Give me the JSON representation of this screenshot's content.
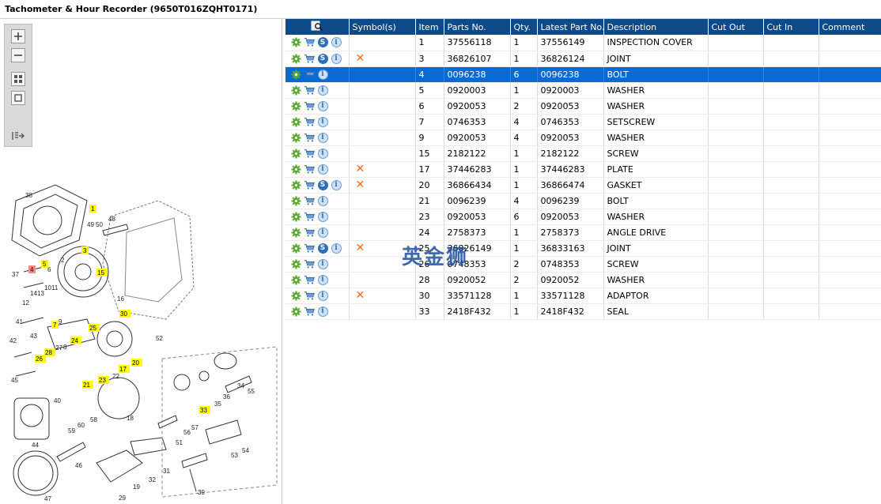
{
  "window": {
    "title": "Tachometer & Hour Recorder (9650T016ZQHT0171)"
  },
  "toolbar": {
    "tools": [
      "zoom-in-icon",
      "zoom-out-icon",
      "fit-all-icon",
      "actual-size-icon",
      "export-icon"
    ]
  },
  "diagram": {
    "callouts": [
      "1",
      "3",
      "4",
      "5",
      "7",
      "15",
      "17",
      "20",
      "21",
      "23",
      "24",
      "25",
      "26",
      "28",
      "30",
      "33"
    ],
    "labels": [
      "38",
      "49",
      "50",
      "48",
      "2",
      "37",
      "12",
      "14",
      "13",
      "10",
      "11",
      "16",
      "52",
      "41",
      "9",
      "42",
      "43",
      "45",
      "27",
      "22",
      "8",
      "40",
      "44",
      "59",
      "60",
      "58",
      "18",
      "46",
      "47",
      "29",
      "19",
      "32",
      "31",
      "51",
      "56",
      "57",
      "39",
      "53",
      "54",
      "34",
      "55",
      "35",
      "36",
      "6"
    ]
  },
  "table": {
    "headers": [
      "",
      "Symbol(s)",
      "Item",
      "Parts No.",
      "Qty.",
      "Latest Part No.",
      "Description",
      "Cut Out",
      "Cut In",
      "Comment"
    ],
    "rows": [
      {
        "item": "1",
        "parts_no": "37556118",
        "qty": "1",
        "latest": "37556149",
        "description": "INSPECTION COVER",
        "s": true,
        "x": false
      },
      {
        "item": "3",
        "parts_no": "36826107",
        "qty": "1",
        "latest": "36826124",
        "description": "JOINT",
        "s": true,
        "x": true
      },
      {
        "item": "4",
        "parts_no": "0096238",
        "qty": "6",
        "latest": "0096238",
        "description": "BOLT",
        "s": false,
        "x": false,
        "selected": true
      },
      {
        "item": "5",
        "parts_no": "0920003",
        "qty": "1",
        "latest": "0920003",
        "description": "WASHER",
        "s": false,
        "x": false
      },
      {
        "item": "6",
        "parts_no": "0920053",
        "qty": "2",
        "latest": "0920053",
        "description": "WASHER",
        "s": false,
        "x": false
      },
      {
        "item": "7",
        "parts_no": "0746353",
        "qty": "4",
        "latest": "0746353",
        "description": "SETSCREW",
        "s": false,
        "x": false
      },
      {
        "item": "9",
        "parts_no": "0920053",
        "qty": "4",
        "latest": "0920053",
        "description": "WASHER",
        "s": false,
        "x": false
      },
      {
        "item": "15",
        "parts_no": "2182122",
        "qty": "1",
        "latest": "2182122",
        "description": "SCREW",
        "s": false,
        "x": false
      },
      {
        "item": "17",
        "parts_no": "37446283",
        "qty": "1",
        "latest": "37446283",
        "description": "PLATE",
        "s": false,
        "x": true
      },
      {
        "item": "20",
        "parts_no": "36866434",
        "qty": "1",
        "latest": "36866474",
        "description": "GASKET",
        "s": true,
        "x": true
      },
      {
        "item": "21",
        "parts_no": "0096239",
        "qty": "4",
        "latest": "0096239",
        "description": "BOLT",
        "s": false,
        "x": false
      },
      {
        "item": "23",
        "parts_no": "0920053",
        "qty": "6",
        "latest": "0920053",
        "description": "WASHER",
        "s": false,
        "x": false
      },
      {
        "item": "24",
        "parts_no": "2758373",
        "qty": "1",
        "latest": "2758373",
        "description": "ANGLE DRIVE",
        "s": false,
        "x": false
      },
      {
        "item": "25",
        "parts_no": "36826149",
        "qty": "1",
        "latest": "36833163",
        "description": "JOINT",
        "s": true,
        "x": true
      },
      {
        "item": "26",
        "parts_no": "0748353",
        "qty": "2",
        "latest": "0748353",
        "description": "SCREW",
        "s": false,
        "x": false
      },
      {
        "item": "28",
        "parts_no": "0920052",
        "qty": "2",
        "latest": "0920052",
        "description": "WASHER",
        "s": false,
        "x": false
      },
      {
        "item": "30",
        "parts_no": "33571128",
        "qty": "1",
        "latest": "33571128",
        "description": "ADAPTOR",
        "s": false,
        "x": true
      },
      {
        "item": "33",
        "parts_no": "2418F432",
        "qty": "1",
        "latest": "2418F432",
        "description": "SEAL",
        "s": false,
        "x": false
      }
    ]
  },
  "watermark": "英金狮",
  "colors": {
    "header_bg": "#0d4a8a",
    "selected_row": "#0a6ad1",
    "x_mark": "#f26a21",
    "callout_bg": "#ffff00"
  }
}
